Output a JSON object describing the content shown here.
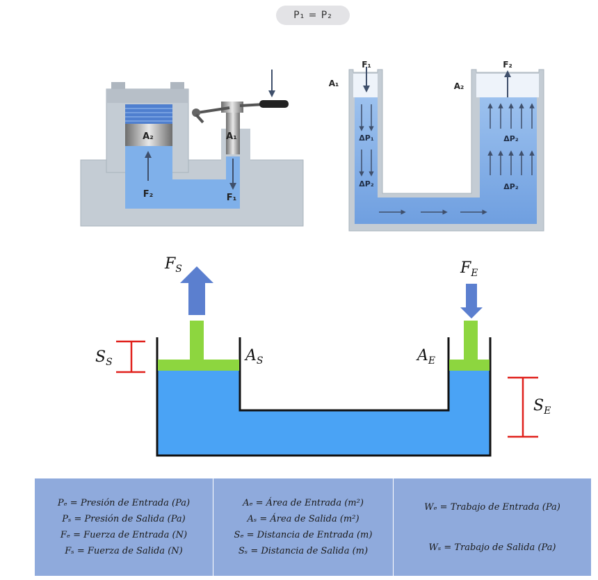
{
  "header": {
    "equation": "P₁ = P₂"
  },
  "press": {
    "a2": "A₂",
    "a1": "A₁",
    "f2": "F₂",
    "f1": "F₁"
  },
  "utube": {
    "a1": "A₁",
    "a2": "A₂",
    "f1": "F₁",
    "f2": "F₂",
    "dp1": "ΔP₁",
    "dp2_left": "ΔP₂",
    "dp2_right_top": "ΔP₂",
    "dp2_right_bottom": "ΔP₂"
  },
  "main": {
    "fs": "F",
    "fs_sub": "S",
    "fe": "F",
    "fe_sub": "E",
    "ss": "S",
    "ss_sub": "S",
    "se": "S",
    "se_sub": "E",
    "as": "A",
    "as_sub": "S",
    "ae": "A",
    "ae_sub": "E"
  },
  "legend": {
    "col1": [
      "Pₑ = Presión de Entrada (Pa)",
      "Pₛ = Presión de Salida (Pa)",
      "Fₑ = Fuerza de Entrada (N)",
      "Fₛ = Fuerza de Salida (N)"
    ],
    "col2": [
      "Aₑ = Área de Entrada (m²)",
      "Aₛ = Área de Salida (m²)",
      "Sₑ = Distancia de Entrada (m)",
      "Sₛ = Distancia de Salida (m)"
    ],
    "col3": [
      "Wₑ = Trabajo de Entrada (Pa)",
      "Wₛ = Trabajo  de Salida (Pa)"
    ]
  },
  "colors": {
    "fluid": "#4aa3f5",
    "piston": "#8dd63f",
    "arrow": "#5b7fcf",
    "bracket": "#e0201b",
    "legend_bg": "#8faadc",
    "body_gray": "#c4ccd4"
  }
}
